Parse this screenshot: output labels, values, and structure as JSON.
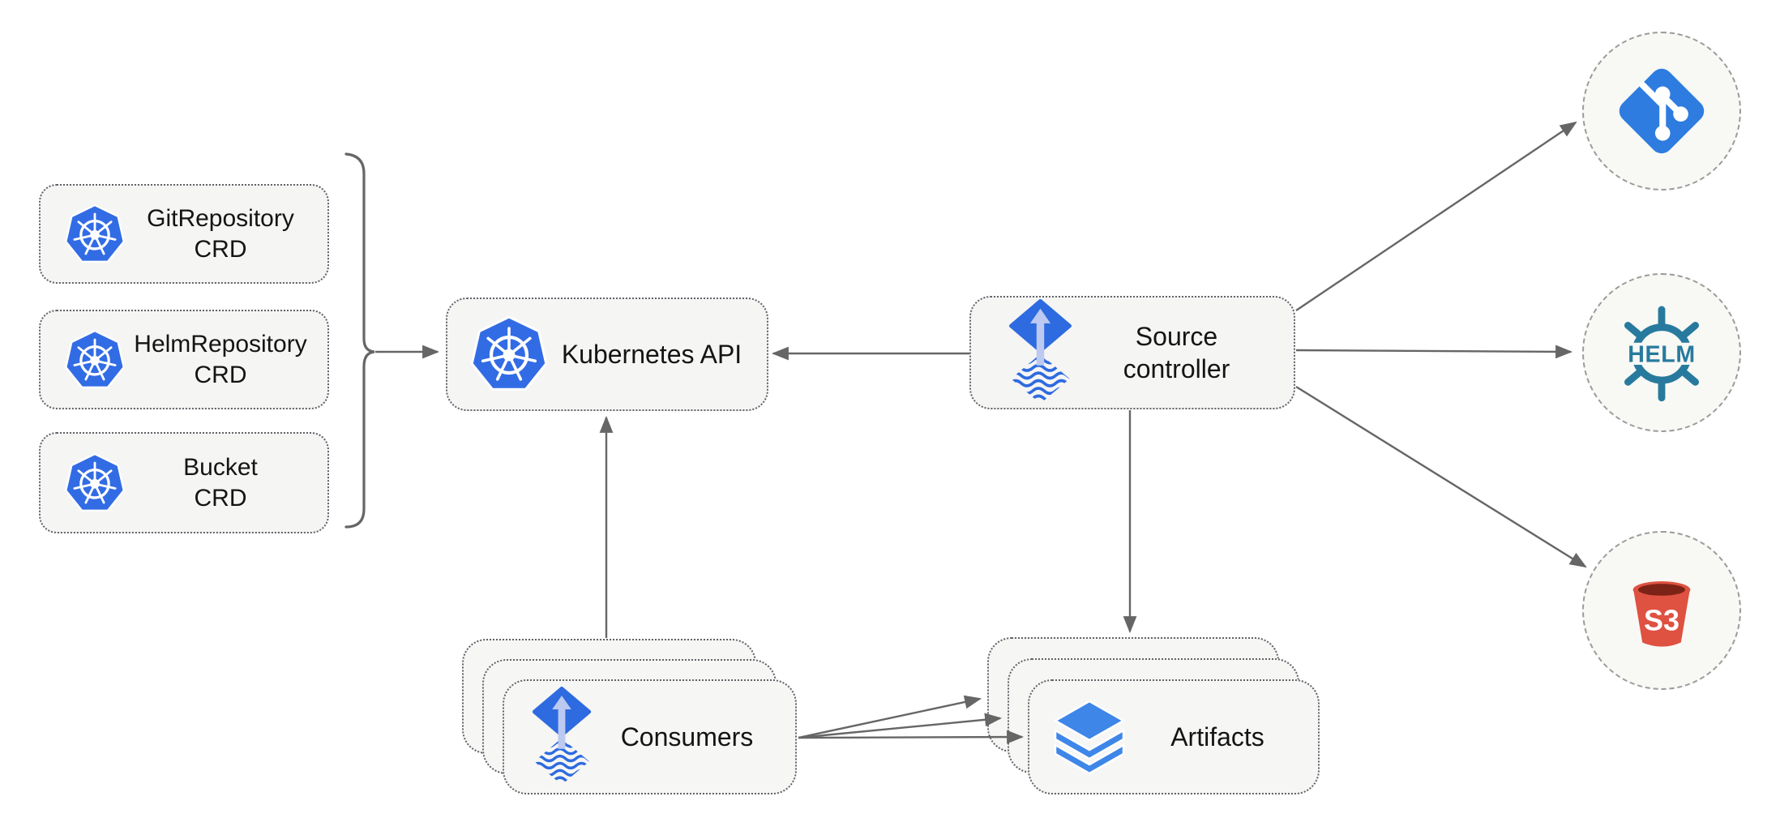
{
  "diagram": {
    "nodes": {
      "git_repository_crd": {
        "line1": "GitRepository",
        "line2": "CRD",
        "icon": "kubernetes"
      },
      "helm_repository_crd": {
        "line1": "HelmRepository",
        "line2": "CRD",
        "icon": "kubernetes"
      },
      "bucket_crd": {
        "line1": "Bucket",
        "line2": "CRD",
        "icon": "kubernetes"
      },
      "kubernetes_api": {
        "label": "Kubernetes API",
        "icon": "kubernetes"
      },
      "source_controller": {
        "line1": "Source",
        "line2": "controller",
        "icon": "flux"
      },
      "consumers": {
        "label": "Consumers",
        "icon": "flux",
        "stacked_count": 3
      },
      "artifacts": {
        "label": "Artifacts",
        "icon": "layers",
        "stacked_count": 3
      },
      "git_source": {
        "icon": "git"
      },
      "helm_source": {
        "icon": "helm",
        "label": "HELM"
      },
      "s3_source": {
        "icon": "s3-bucket",
        "label": "S3"
      }
    },
    "edges": [
      {
        "from": "crd-group-bracket",
        "to": "kubernetes_api"
      },
      {
        "from": "source_controller",
        "to": "kubernetes_api"
      },
      {
        "from": "source_controller",
        "to": "git_source"
      },
      {
        "from": "source_controller",
        "to": "helm_source"
      },
      {
        "from": "source_controller",
        "to": "s3_source"
      },
      {
        "from": "source_controller",
        "to": "artifacts"
      },
      {
        "from": "consumers",
        "to": "kubernetes_api"
      },
      {
        "from": "consumers",
        "to": "artifacts",
        "count": 3
      }
    ],
    "colors": {
      "kubernetes_blue": "#326CE5",
      "flux_blue": "#2E6BE0",
      "flux_arrow_light": "#BCC9F1",
      "git_blue": "#2E7CE0",
      "helm_teal": "#277A9E",
      "s3_red": "#DF5140",
      "s3_dark": "#7C2317",
      "layers_blue": "#3E86E8",
      "arrow_gray": "#666666",
      "box_fill": "#F5F5F4",
      "box_border": "#5F6368",
      "circle_border": "#9B9B9B",
      "text": "#141414"
    }
  }
}
